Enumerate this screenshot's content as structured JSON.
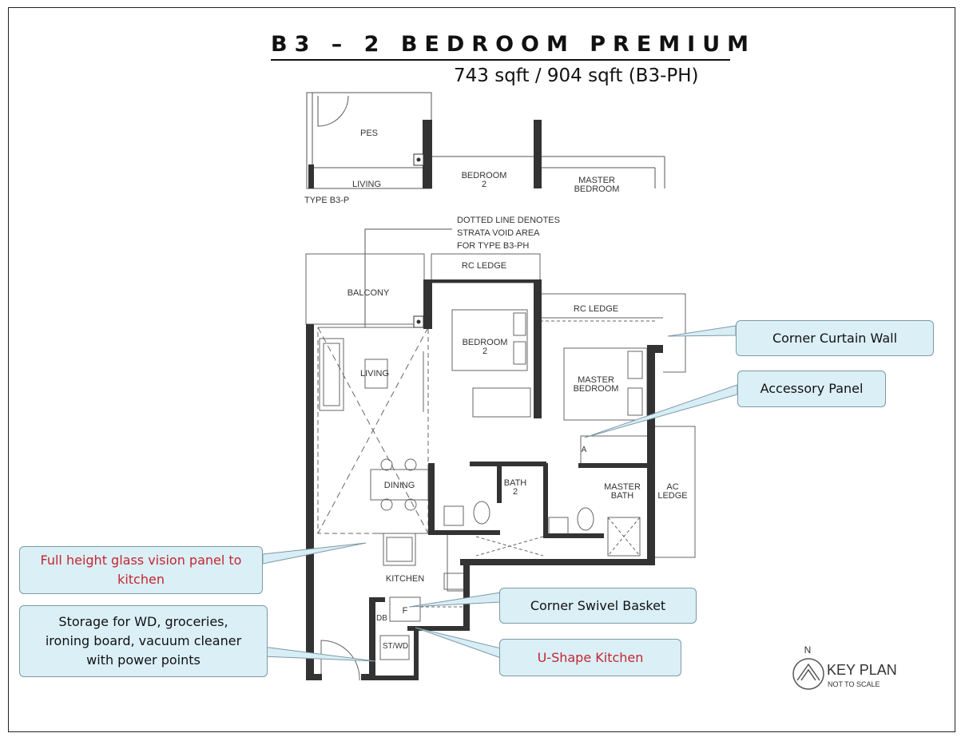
{
  "header": {
    "title": "B3 – 2 BEDROOM PREMIUM",
    "area": "743 sqft / 904 sqft (B3-PH)"
  },
  "plan_labels": {
    "pes": "PES",
    "living_top": "LIVING",
    "bedroom2_top_l1": "BEDROOM",
    "bedroom2_top_l2": "2",
    "master_top_l1": "MASTER",
    "master_top_l2": "BEDROOM",
    "type_b3p": "TYPE B3-P",
    "note_l1": "DOTTED LINE DENOTES",
    "note_l2": "STRATA VOID AREA",
    "note_l3": "FOR TYPE B3-PH",
    "rc_ledge_1": "RC LEDGE",
    "rc_ledge_2": "RC LEDGE",
    "balcony": "BALCONY",
    "bedroom2_l1": "BEDROOM",
    "bedroom2_l2": "2",
    "living": "LIVING",
    "master_l1": "MASTER",
    "master_l2": "BEDROOM",
    "dining": "DINING",
    "bath2_l1": "BATH",
    "bath2_l2": "2",
    "master_bath_l1": "MASTER",
    "master_bath_l2": "BATH",
    "ac_ledge_l1": "AC",
    "ac_ledge_l2": "LEDGE",
    "kitchen": "KITCHEN",
    "fridge": "F",
    "db": "DB",
    "st_wd": "ST/WD",
    "accessory_mark": "A"
  },
  "callouts": {
    "corner_curtain_wall": "Corner Curtain Wall",
    "accessory_panel": "Accessory Panel",
    "glass_panel_l1": "Full height glass vision panel to",
    "glass_panel_l2": "kitchen",
    "swivel_basket": "Corner Swivel Basket",
    "storage_l1": "Storage for WD, groceries,",
    "storage_l2": "ironing board, vacuum cleaner",
    "storage_l3": "with power points",
    "u_shape_kitchen": "U-Shape Kitchen"
  },
  "key_plan": {
    "north": "N",
    "label": "KEY PLAN",
    "scale": "NOT TO SCALE"
  },
  "colors": {
    "callout_fill": "#dbeff7",
    "callout_border": "#7e9aa6",
    "callout_red_text": "#c4262e",
    "wall": "#333333"
  }
}
